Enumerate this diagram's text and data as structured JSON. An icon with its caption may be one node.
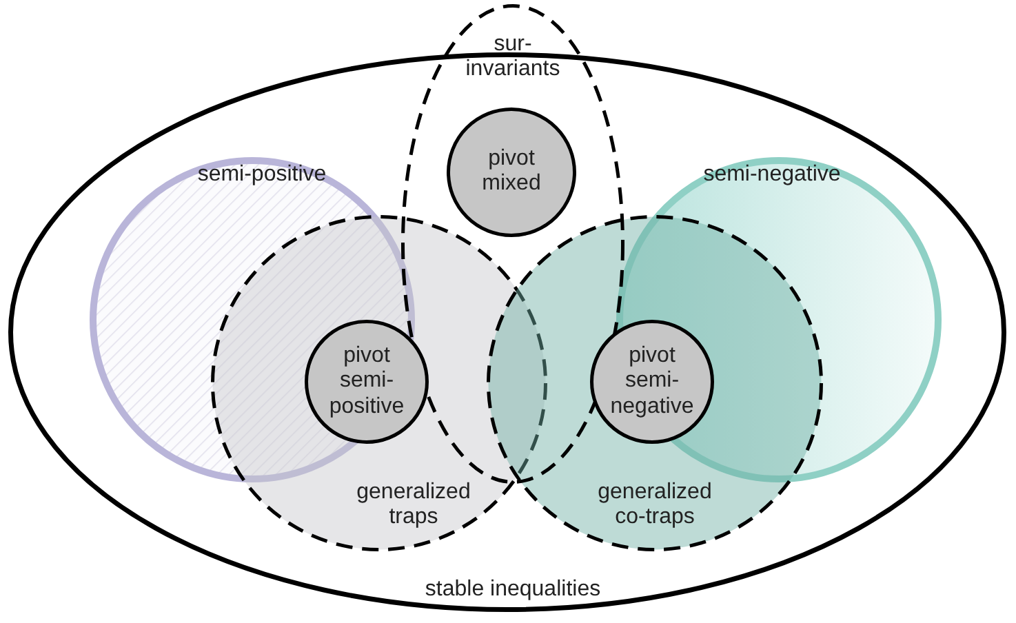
{
  "diagram": {
    "nodes": [
      {
        "text": [
          "stable inequalities"
        ]
      },
      {
        "text": [
          "semi-positive"
        ],
        "in": 0
      },
      {
        "text": [
          "semi-negative"
        ],
        "in": 0
      },
      {
        "text": [
          "sur- invariants"
        ]
      },
      {
        "text": [
          "pivot mixed"
        ],
        "in": 3
      },
      {
        "text": [
          "generalized traps"
        ],
        "in": 0
      },
      {
        "text": [
          "generalized co-traps"
        ],
        "in": 0
      },
      {
        "text": [
          "pivot semi- positive"
        ],
        "in": 5
      },
      {
        "text": [
          "pivot semi- negative"
        ],
        "in": 6
      }
    ]
  }
}
